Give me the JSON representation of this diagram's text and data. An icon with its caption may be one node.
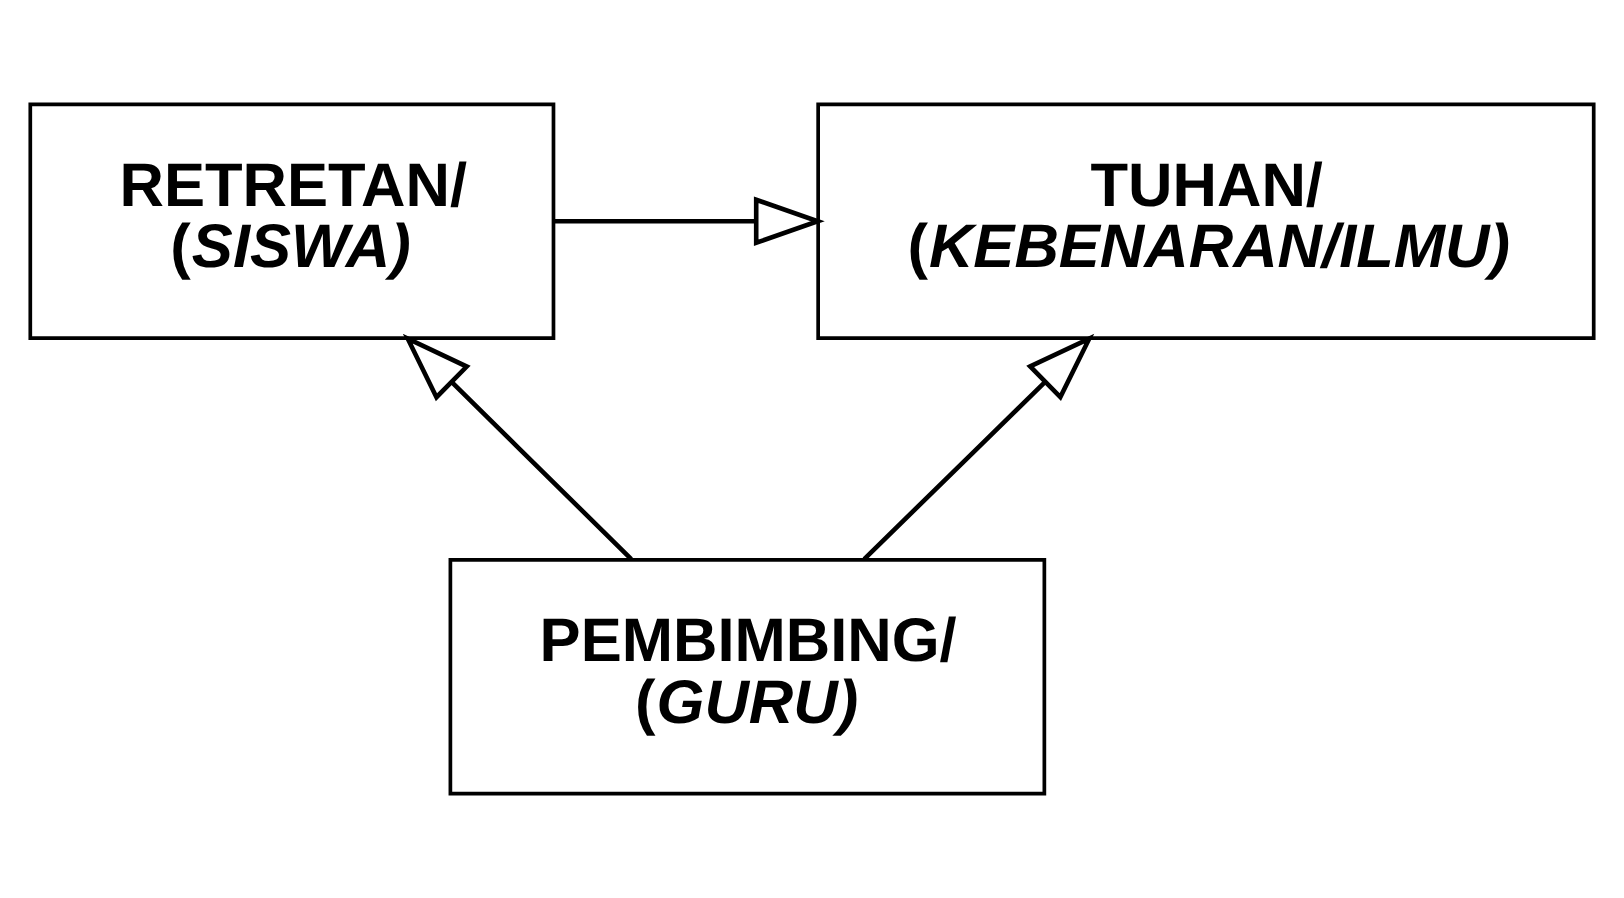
{
  "diagram": {
    "nodes": [
      {
        "text": [
          "RETRETAN/ (*SISWA)*"
        ]
      },
      {
        "text": [
          "TUHAN/ (*KEBENARAN/ILMU)*"
        ]
      },
      {
        "text": [
          "PEMBIMBING/ (*GURU)*"
        ]
      }
    ],
    "edges": [
      {
        "from": 0,
        "to": 1,
        "arrow": "to"
      },
      {
        "from": 2,
        "to": 0,
        "arrow": "to"
      },
      {
        "from": 2,
        "to": 1,
        "arrow": "to"
      }
    ]
  }
}
